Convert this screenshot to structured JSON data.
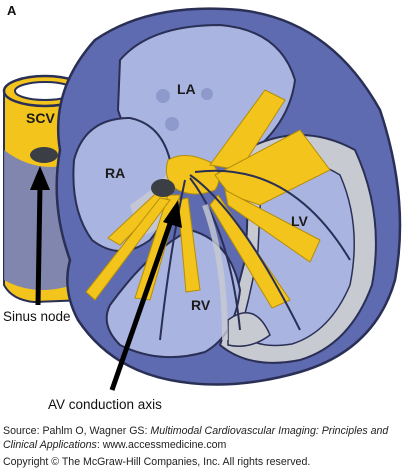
{
  "figure": {
    "panel_label": "A",
    "chambers": {
      "scv": "SCV",
      "la": "LA",
      "ra": "RA",
      "lv": "LV",
      "rv": "RV"
    },
    "callouts": {
      "sinus_node": "Sinus node",
      "av_axis": "AV conduction axis"
    },
    "colors": {
      "outer_wall": "#5e6bb0",
      "outline": "#2a2f55",
      "myocardium": "#8a96cc",
      "chamber_fill": "#a9b4e0",
      "cavity_gray": "#c8cad2",
      "conduction": "#f3c41b",
      "node": "#3b3f45"
    }
  },
  "footer": {
    "source_prefix": "Source: Pahlm O, Wagner GS: ",
    "source_title": "Multimodal Cardiovascular Imaging: Principles and",
    "source_title_2": "Clinical Applications",
    "source_suffix": ": www.accessmedicine.com",
    "copyright": "Copyright © The McGraw-Hill Companies, Inc. All rights reserved."
  }
}
